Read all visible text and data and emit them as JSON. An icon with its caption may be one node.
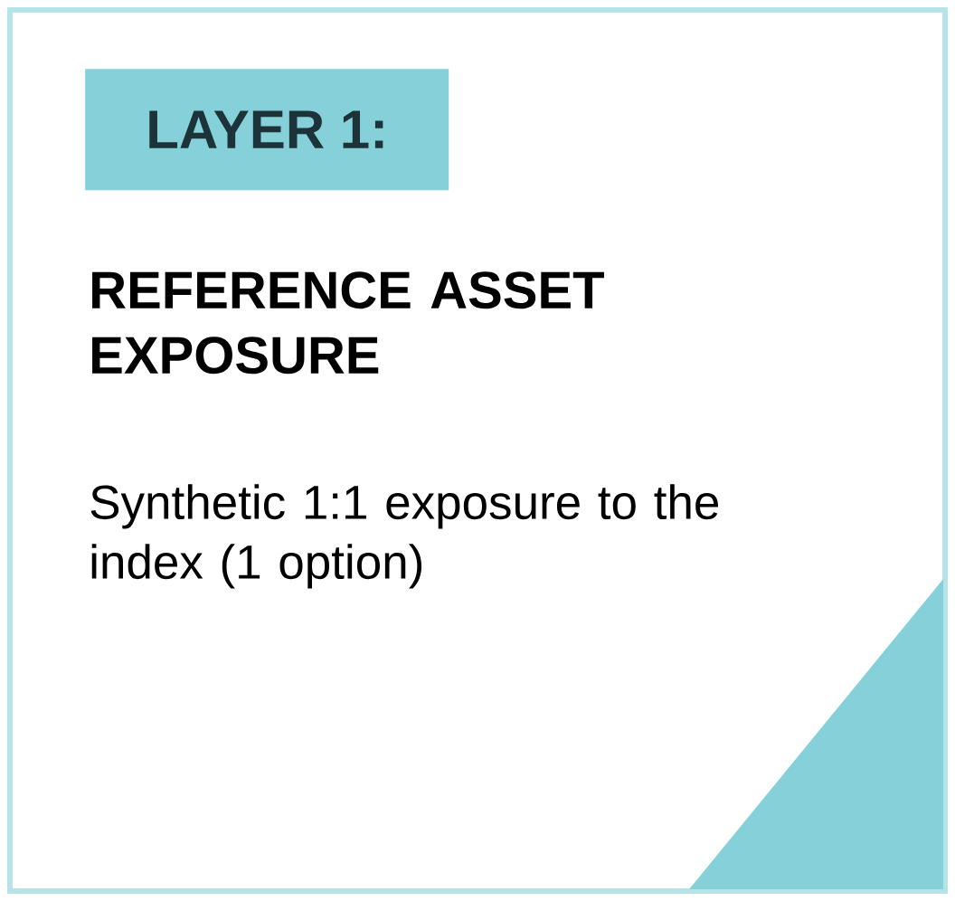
{
  "diagram": {
    "nodes": [
      {
        "text": [
          "REFERENCE ASSET EXPOSURE",
          "Synthetic 1:1 exposure to the index (1 option)"
        ]
      },
      {
        "text": [
          "LAYER 1:"
        ],
        "in": 0
      }
    ]
  }
}
